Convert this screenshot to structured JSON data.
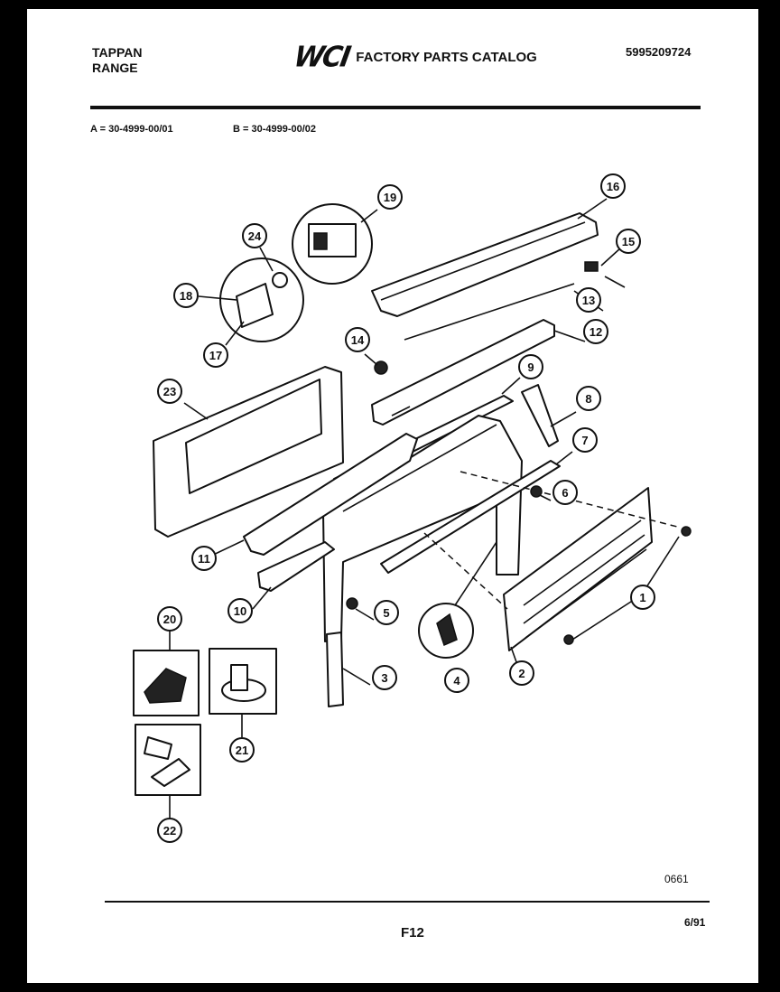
{
  "header": {
    "brand_line1": "TAPPAN",
    "brand_line2": "RANGE",
    "logo": "WCI",
    "catalog_title": "FACTORY PARTS CATALOG",
    "catalog_number": "5995209724"
  },
  "models": {
    "a": "A = 30-4999-00/01",
    "b": "B = 30-4999-00/02"
  },
  "callouts": [
    "1",
    "2",
    "3",
    "4",
    "5",
    "6",
    "7",
    "8",
    "9",
    "10",
    "11",
    "12",
    "13",
    "14",
    "15",
    "16",
    "17",
    "18",
    "19",
    "20",
    "21",
    "22",
    "23",
    "24"
  ],
  "footer": {
    "drawing_code": "0661",
    "page_number": "F12",
    "revision_date": "6/91"
  }
}
